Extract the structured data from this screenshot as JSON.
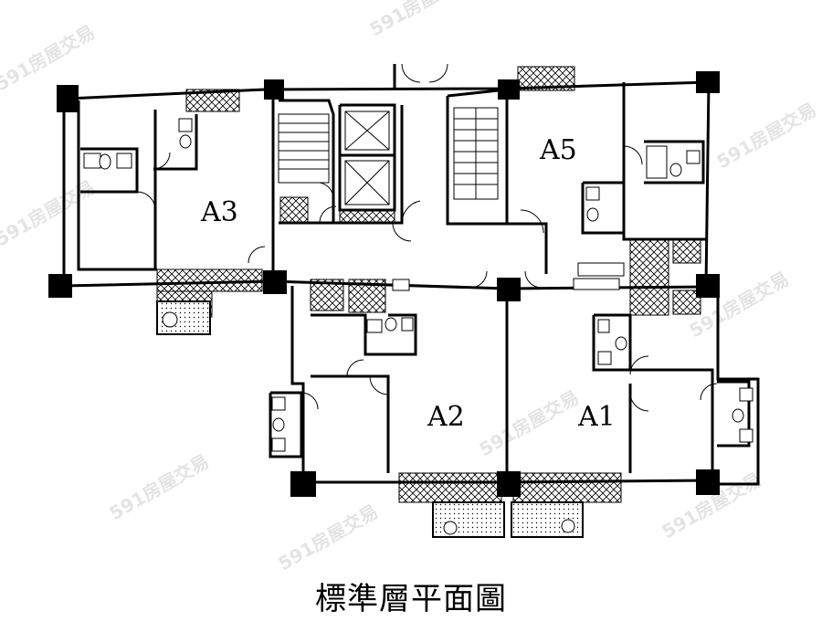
{
  "plan": {
    "title": "標準層平面圖",
    "units": [
      {
        "id": "A3",
        "label": "A3"
      },
      {
        "id": "A5",
        "label": "A5"
      },
      {
        "id": "A2",
        "label": "A2"
      },
      {
        "id": "A1",
        "label": "A1"
      }
    ],
    "watermark": "591房屋交易",
    "colors": {
      "wall": "#000000",
      "background": "#ffffff",
      "watermark": "#e4e4e4"
    }
  }
}
